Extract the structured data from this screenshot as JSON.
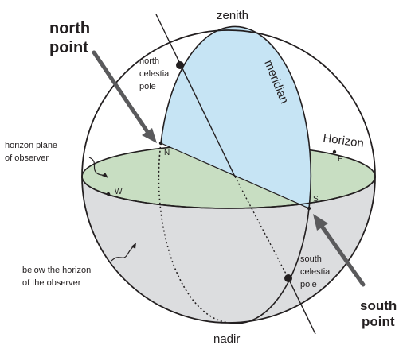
{
  "labels": {
    "zenith": "zenith",
    "nadir": "nadir",
    "meridian": "meridian",
    "horizon": "Horizon",
    "north_point_line1": "north",
    "north_point_line2": "point",
    "south_point_line1": "south",
    "south_point_line2": "point",
    "ncp_line1": "north",
    "ncp_line2": "celestial",
    "ncp_line3": "pole",
    "scp_line1": "south",
    "scp_line2": "celestial",
    "scp_line3": "pole",
    "horizon_plane_line1": "horizon plane",
    "horizon_plane_line2": "of observer",
    "below_line1": "below the horizon",
    "below_line2": "of the observer",
    "dir_n": "N",
    "dir_s": "S",
    "dir_e": "E",
    "dir_w": "W"
  },
  "colors": {
    "lower_hemisphere": "#dcdddf",
    "horizon_plane": "#c8dec2",
    "meridian_fill": "#c6e4f4",
    "outline": "#231f20",
    "pointer_arrow": "#5a5a5c"
  }
}
